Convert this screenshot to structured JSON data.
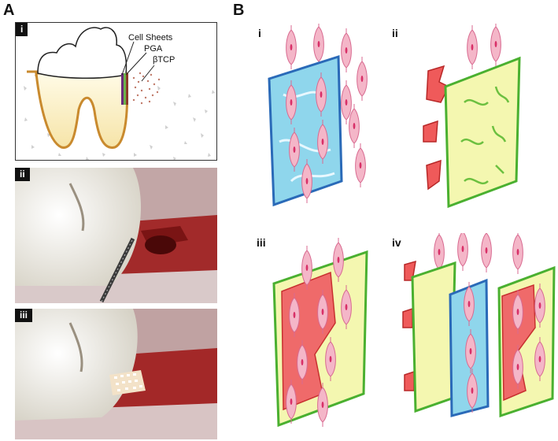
{
  "panel_a": {
    "letter": "A",
    "sub": [
      "i",
      "ii",
      "iii"
    ],
    "labels": {
      "cell_sheets": "Cell Sheets",
      "pga": "PGA",
      "btcp": "βTCP"
    }
  },
  "panel_b": {
    "letter": "B",
    "sub": [
      "i",
      "ii",
      "iii",
      "iv"
    ]
  }
}
